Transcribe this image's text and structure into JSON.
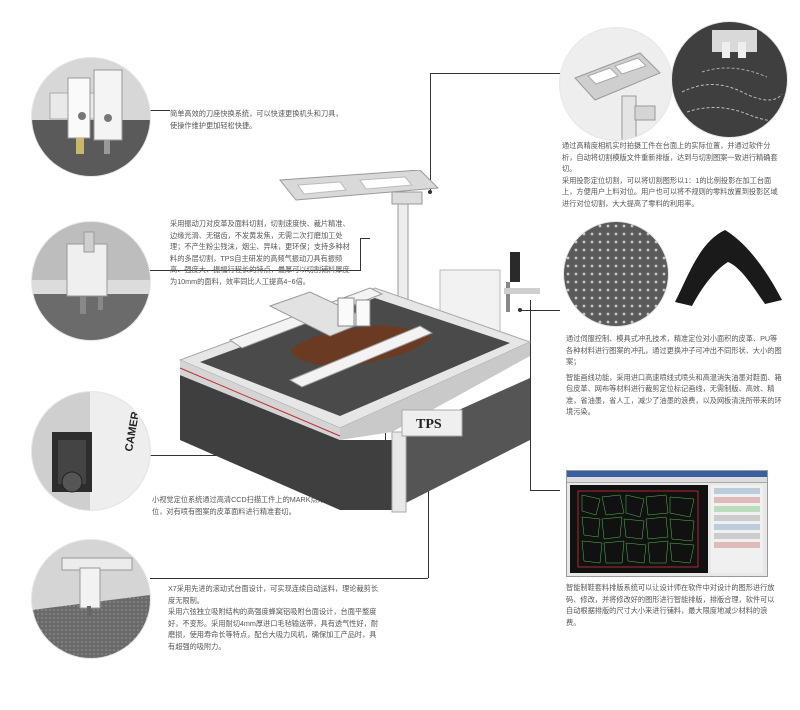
{
  "machine_brand": "TPS",
  "camera_brand": "CAMERA",
  "features": [
    {
      "id": "knife-change",
      "text": [
        "简单高效的刀座快换系统，可以快速更换机头和刀具，",
        "使操作维护更加轻松快捷。"
      ]
    },
    {
      "id": "ccd-projection",
      "text": [
        "通过高精度相机实时拍摄工件在台面上的实际位置，并通过软件分析，自动将切割模版文件重新排版，达到与切割图案一致进行精确套切。",
        "采用投影定位切割，可以将切割图形以1：1的比例投影在加工台面上，方便用户上料对位。用户也可以将不规则的零料放置到投影区域进行对位切割，大大提高了零料的利用率。"
      ]
    },
    {
      "id": "vibrating-knife",
      "text": [
        "采用振动刀对皮革及面料切割，切割速度快、裁片精准、边缘光滑、无锯齿，不发黄发焦，无需二次打磨加工处理；不产生粉尘残沫，烟尘、异味，更环保；支持多种材料的多层切割，TPS自主研发的高频气振动刀具有振频高、强度大、振幅行程长的特点，最厚可以切割铺料厚度为10mm的面料，效率同比人工提高4~6倍。"
      ]
    },
    {
      "id": "punching",
      "text": [
        "通过伺服控制、模具式冲孔技术，精准定位对小面积的皮革、PU等各种材料进行图案的冲孔，通过更换冲子可冲出不同形状、大小的图案；",
        "智能画线功能，采用进口高速喷线式喷头和高温消失油墨对鞋面、箱包皮革、网布等材料进行裁剪定位标记画线，无需制版、高效、精准，省油墨，省人工，减少了油墨的浪费，以及网板清洗所带来的环境污染。"
      ]
    },
    {
      "id": "mark-vision",
      "text": [
        "小视觉定位系统通过高清CCD扫描工件上的MARK点来精准定位，对有喷有图案的皮革面料进行精准套切。"
      ]
    },
    {
      "id": "nesting-software",
      "text": [
        "智能制鞋套料排版系统可以让设计师在软件中对设计的图形进行放码、修改，并将修改好的图形进行智能排版，排版合理，软件可以自动根据排版的尺寸大小来进行铺料，最大限度地减少材料的浪费。"
      ]
    },
    {
      "id": "conveyor-table",
      "text": [
        "X7采用先进的滚动式台面设计，可实现连续自动送料，理论裁剪长度无限制。",
        "采用六弦独立吸附结构的高强度蜂窝铝吸附台面设计，台面平整度好，不变形。采用耐切4mm厚进口毛毡输送带，具有透气性好，耐磨损，使用寿命长等特点，配合大吸力风机，确保加工产品时，具有超强的吸附力。"
      ]
    }
  ],
  "icons": [
    "tool-head-icon",
    "projector-icon",
    "leather-punch-icon",
    "camera-icon",
    "software-screen-icon",
    "conveyor-icon"
  ]
}
